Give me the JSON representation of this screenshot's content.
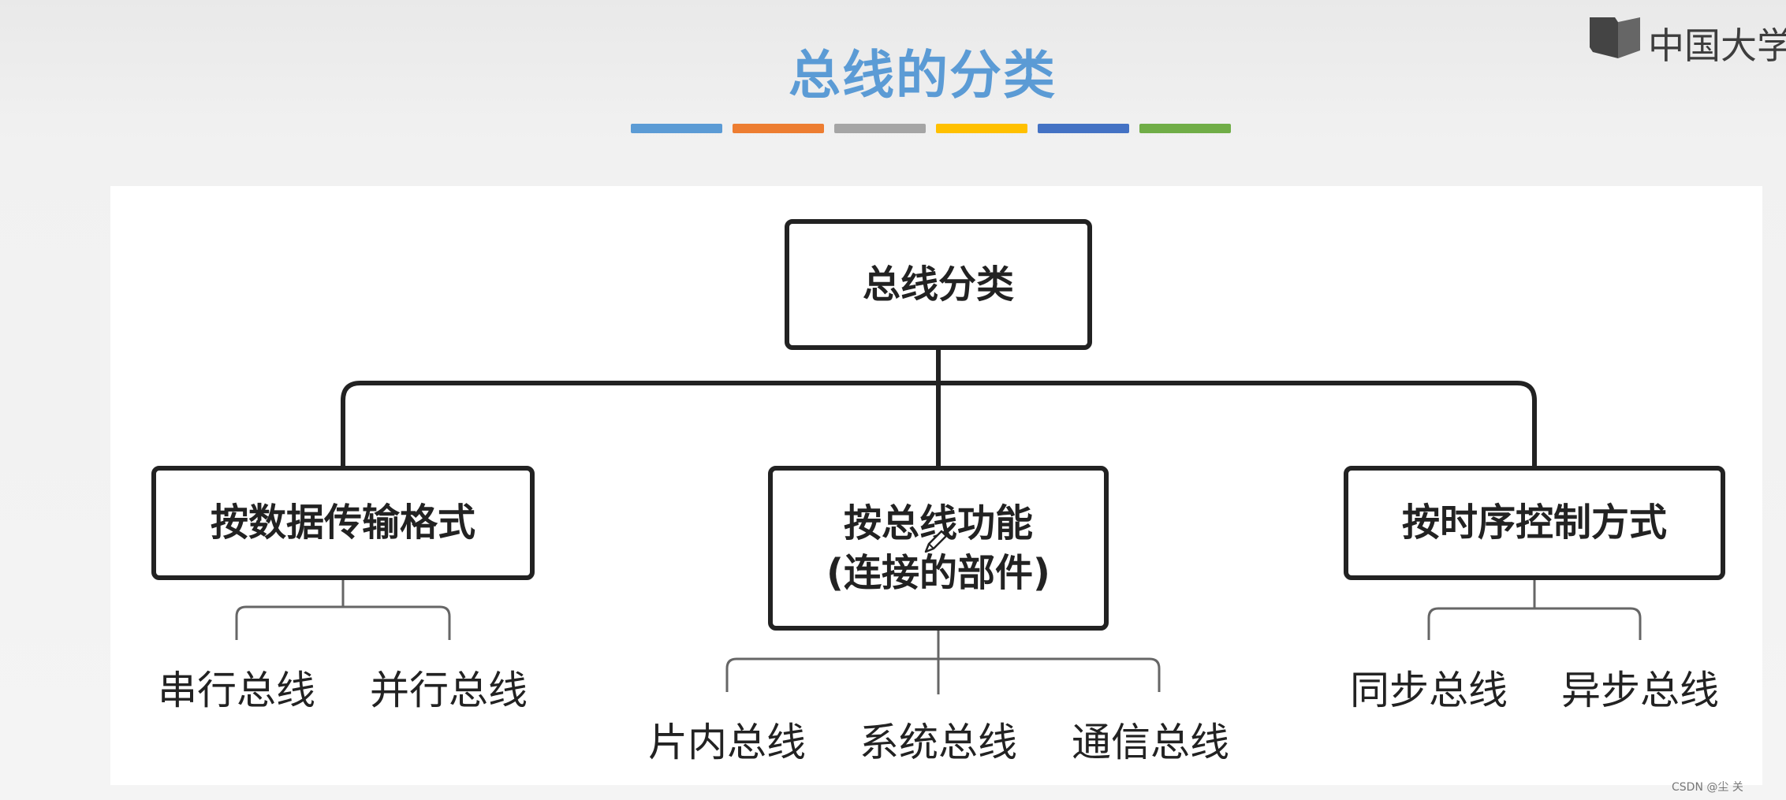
{
  "title": "总线的分类",
  "logo_text": "中国大学M",
  "stripe_colors": [
    "#5b9bd5",
    "#ed7d31",
    "#a5a5a5",
    "#ffc000",
    "#4472c4",
    "#70ad47"
  ],
  "diagram": {
    "root": "总线分类",
    "categories": [
      {
        "label": "按数据传输格式",
        "children": [
          "串行总线",
          "并行总线"
        ]
      },
      {
        "label": "按总线功能\n(连接的部件)",
        "children": [
          "片内总线",
          "系统总线",
          "通信总线"
        ]
      },
      {
        "label": "按时序控制方式",
        "children": [
          "同步总线",
          "异步总线"
        ]
      }
    ]
  },
  "watermark": "CSDN @尘  关"
}
